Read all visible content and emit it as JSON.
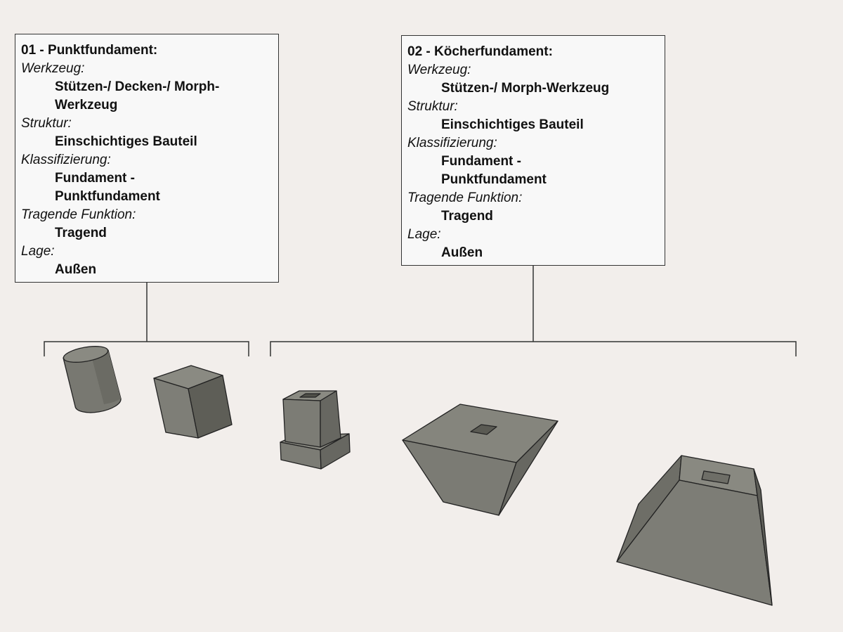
{
  "box1": {
    "title": "01 - Punktfundament:",
    "tool_label": "Werkzeug:",
    "tool_value_line1": "Stützen-/ Decken-/ Morph-",
    "tool_value_line2": "Werkzeug",
    "structure_label": "Struktur:",
    "structure_value": "Einschichtiges Bauteil",
    "class_label": "Klassifizierung:",
    "class_value_line1": "Fundament -",
    "class_value_line2": "Punktfundament",
    "loadbearing_label": "Tragende Funktion:",
    "loadbearing_value": "Tragend",
    "position_label": "Lage:",
    "position_value": "Außen"
  },
  "box2": {
    "title": "02 - Köcherfundament:",
    "tool_label": "Werkzeug:",
    "tool_value": "Stützen-/ Morph-Werkzeug",
    "structure_label": "Struktur:",
    "structure_value": "Einschichtiges Bauteil",
    "class_label": "Klassifizierung:",
    "class_value_line1": "Fundament -",
    "class_value_line2": "Punktfundament",
    "loadbearing_label": "Tragende Funktion:",
    "loadbearing_value": "Tragend",
    "position_label": "Lage:",
    "position_value": "Außen"
  },
  "colors": {
    "background": "#f2eeeb",
    "box_fill": "#f8f8f8",
    "shape_light": "#83837b",
    "shape_mid": "#777770",
    "shape_dark": "#5e5e57",
    "line": "#333333"
  }
}
